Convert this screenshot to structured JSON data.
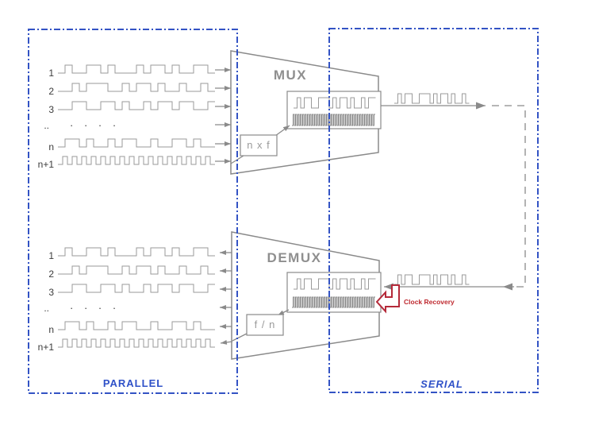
{
  "diagram": {
    "parallel_label": "PARALLEL",
    "serial_label": "SERIAL",
    "mux_label": "MUX",
    "demux_label": "DEMUX",
    "mux_clock_box": "n x f",
    "demux_clock_box": "f / n",
    "clock_recovery": "Clock Recovery",
    "row_labels": [
      "1",
      "2",
      "3",
      "..",
      "n",
      "n+1"
    ],
    "dots": "· · · ·",
    "colors": {
      "frame_blue": "#3353c4",
      "line_gray": "#8a8a8a",
      "wave_gray": "#9a9a9a",
      "accent_red": "#b52a3a",
      "text_dark": "#3b3b3b"
    }
  },
  "waves": {
    "sig1": "0100110100010110100110",
    "sig2": "0010111001011010010010",
    "sig3": "0011001101001011011001",
    "sign": "0110100101100100110100",
    "clock": "010101010101010101010101010101010",
    "serial_fast": "01011001110101101001011",
    "serial_out": "010110011101011010010",
    "dense_clock": "0101010101010101010101010101010101010101010101010101010101010101010101"
  }
}
